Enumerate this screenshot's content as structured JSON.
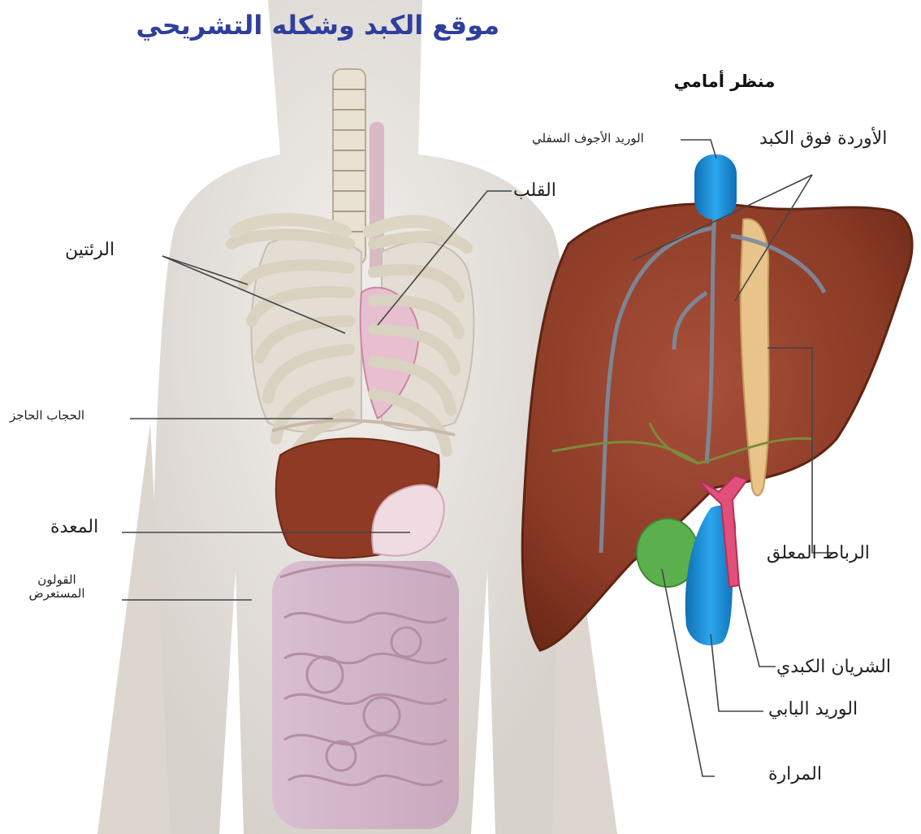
{
  "title": "موقع الكبد وشكله التشريحي",
  "subtitle": "منظر أمامي",
  "labels": {
    "lungs": "الرئتين",
    "heart": "القلب",
    "diaphragm": "الحجاب الحاجز",
    "stomach": "المعدة",
    "transverse_colon": "القولون المستعرض",
    "inferior_vena_cava": "الوريد الأجوف السفلي",
    "hepatic_veins": "الأوردة فوق الكبد",
    "falciform_ligament": "الرباط المعلق",
    "hepatic_artery": "الشريان الكبدي",
    "portal_vein": "الوريد البابي",
    "gallbladder": "المرارة"
  },
  "colors": {
    "title": "#2f3f9c",
    "liver": "#8e3a24",
    "vein_blue": "#1b8fd6",
    "artery_red": "#e0507a",
    "gallbladder": "#5bb04d",
    "ligament": "#e8c48a",
    "body_skin": "#e6e1dc"
  }
}
